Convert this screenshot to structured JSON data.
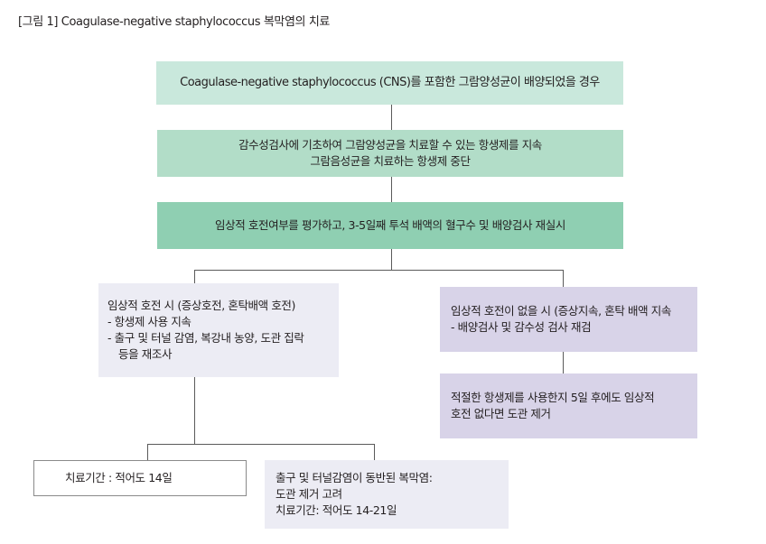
{
  "caption": "[그림 1] Coagulase-negative staphylococcus 복막염의 치료",
  "flow": {
    "top": {
      "lines": [
        "Coagulase-negative staphylococcus (CNS)를 포함한 그람양성균이 배양되었을 경우"
      ]
    },
    "step2": {
      "lines": [
        "감수성검사에 기초하여 그람양성균을 치료할 수 있는 항생제를 지속",
        "그람음성균을 치료하는 항생제 중단"
      ]
    },
    "step3": {
      "lines": [
        "임상적 호전여부를 평가하고, 3-5일째  투석 배액의 혈구수 및 배양검사 재실시"
      ]
    },
    "improved": {
      "lines": [
        "임상적 호전 시 (증상호전, 혼탁배액 호전)",
        "- 항생제 사용 지속",
        "- 출구 및 터널 감염, 복강내 농양, 도관 집락",
        "등을 재조사"
      ]
    },
    "not_improved": {
      "lines": [
        "임상적 호전이 없을 시 (증상지속, 혼탁 배액 지속",
        "- 배양검사 및 감수성 검사 재검"
      ]
    },
    "catheter_removal": {
      "lines": [
        "적절한 항생제를 사용한지 5일 후에도 임상적",
        "호전 없다면 도관 제거"
      ]
    },
    "duration": {
      "lines": [
        "치료기간 : 적어도 14일"
      ]
    },
    "complicated": {
      "lines": [
        "출구 및 터널감염이 동반된 복막염:",
        "도관 제거 고려",
        "치료기간: 적어도 14-21일"
      ]
    }
  }
}
